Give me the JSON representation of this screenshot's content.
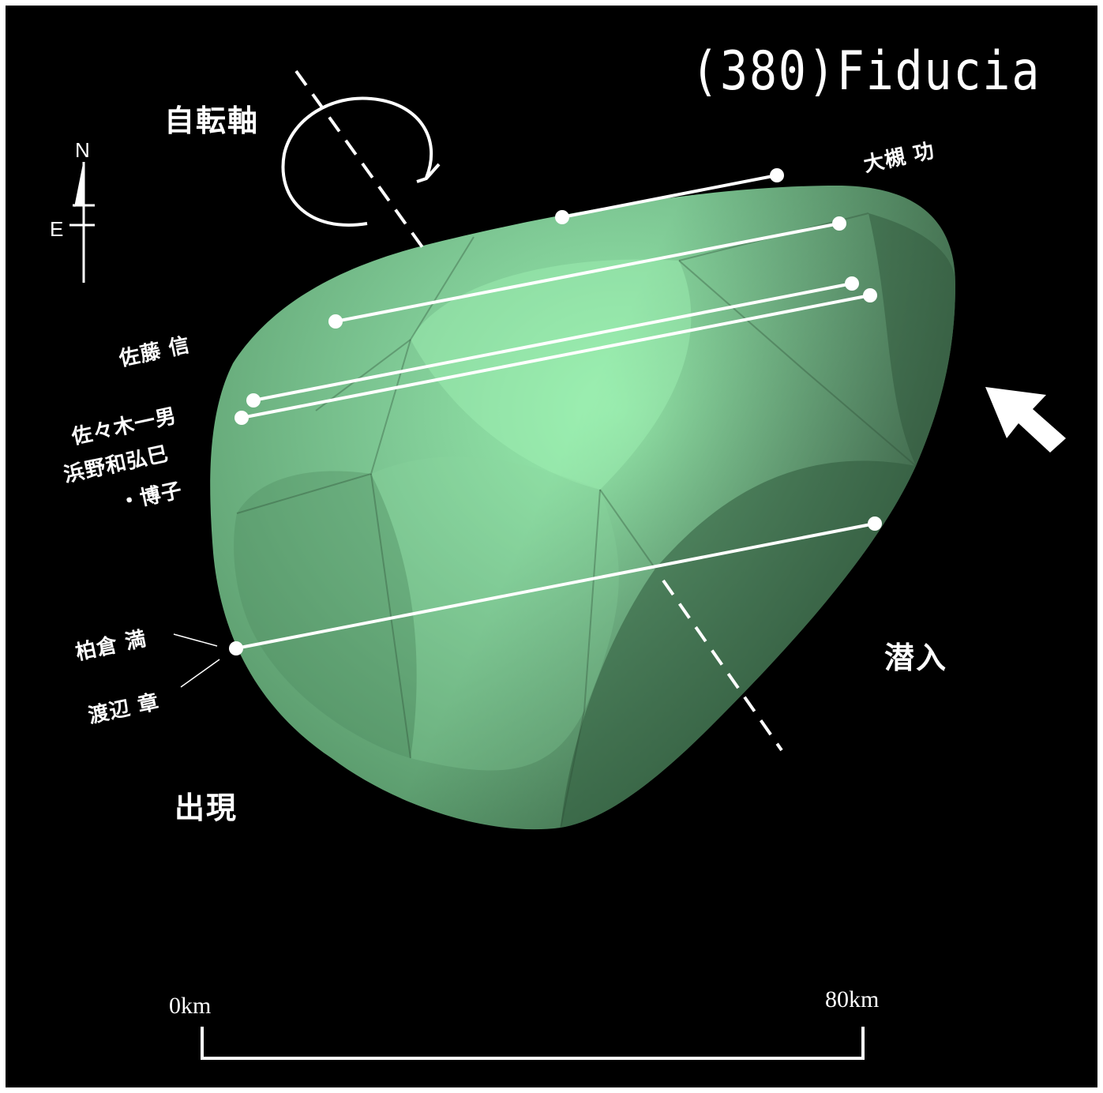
{
  "title": "(380)Fiducia",
  "rotation_axis_label": "自転軸",
  "compass": {
    "north": "N",
    "east": "E"
  },
  "event_labels": {
    "appear": "出現",
    "disappear": "潜入"
  },
  "observers": [
    {
      "name": "大槻 功"
    },
    {
      "name": "佐藤 信"
    },
    {
      "name": "佐々木一男"
    },
    {
      "name": "浜野和弘巳"
    },
    {
      "name": "・博子"
    },
    {
      "name": "柏倉 満"
    },
    {
      "name": "渡辺 章"
    }
  ],
  "scale_bar": {
    "start_label": "0km",
    "end_label": "80km",
    "length_km": 80
  },
  "colors": {
    "background": "#000000",
    "asteroid_light": "#9af0b0",
    "asteroid_mid": "#74b889",
    "asteroid_dark": "#3d6a4b",
    "chords": "#ffffff"
  }
}
